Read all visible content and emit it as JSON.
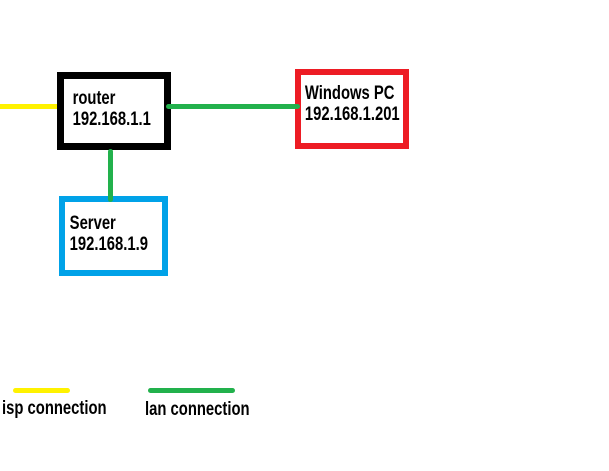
{
  "diagram": {
    "type": "network-topology",
    "background_color": "#FFFFFF",
    "nodes": [
      {
        "name": "router",
        "label": "router",
        "ip": "192.168.1.1",
        "border_color": "#000000"
      },
      {
        "name": "windows-pc",
        "label": "Windows PC",
        "ip": "192.168.1.201",
        "border_color": "#ED1C24"
      },
      {
        "name": "server",
        "label": "Server",
        "ip": "192.168.1.9",
        "border_color": "#00A2E8"
      }
    ],
    "connections": [
      {
        "name": "isp-link",
        "kind": "isp connection",
        "color": "#FFF200",
        "from": "off-screen-left",
        "to": "router"
      },
      {
        "name": "lan-link-pc",
        "kind": "lan connection",
        "color": "#22B14C",
        "from": "router",
        "to": "windows-pc"
      },
      {
        "name": "lan-link-server",
        "kind": "lan connection",
        "color": "#22B14C",
        "from": "router",
        "to": "server"
      }
    ],
    "legend": {
      "items": [
        {
          "label": "isp connection",
          "color": "#FFF200"
        },
        {
          "label": "lan connection",
          "color": "#22B14C"
        }
      ]
    }
  }
}
